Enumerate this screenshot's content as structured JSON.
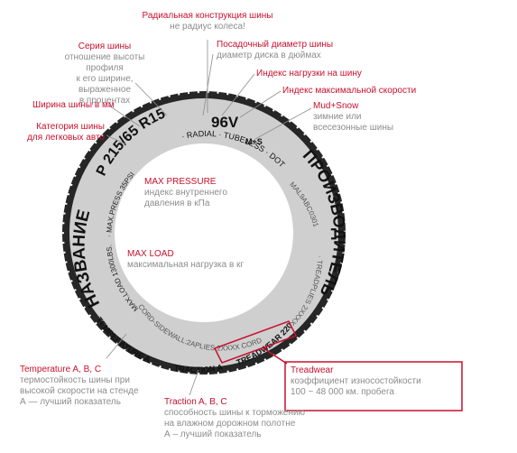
{
  "tire_text": {
    "size": "P 215/65 R15",
    "load_speed": "96V",
    "ms": "M+S",
    "radial_line": "· RADIAL · TUBELESS · DOT",
    "dot_code": "MAL9ABC0301",
    "treadplies": "· TREADPLIES 2XXXX",
    "name": "НАЗВАНИЕ",
    "maker": "ПРОИЗВОДИТЕЛЬ",
    "max_press": "· MAX.PRESS 35PSI",
    "max_load": "MAX.LOAD 1300LBS.",
    "sidewall": "CORD-SIDEWALL:2APLIES 2XXXX CORD",
    "temperature": "TEMPERATURE A",
    "traction": "TRACTION A",
    "treadwear": "TREADWEAR 220"
  },
  "annotations": {
    "radial": {
      "title": "Радиальная конструкция шины",
      "desc": "не радиус колеса!"
    },
    "rim": {
      "title": "Посадочный диаметр шины",
      "desc": "диаметр диска в дюймах"
    },
    "series": {
      "title": "Серия шины",
      "desc": [
        "отношение высоты профиля",
        "к его ширине, выраженное",
        "в процентах"
      ]
    },
    "load_index": {
      "title": "Индекс нагрузки на шину"
    },
    "speed_index": {
      "title": "Индекс максимальной скорости"
    },
    "width": {
      "title": "Ширина шины в мм"
    },
    "mudsnow": {
      "title": "Mud+Snow",
      "desc": [
        "зимние или",
        "всесезонные шины"
      ]
    },
    "category": {
      "title": [
        "Категория шины",
        "для легковых авто"
      ]
    },
    "max_pressure": {
      "title": "MAX PRESSURE",
      "desc": [
        "индекс внутреннего",
        "давления в кПа"
      ]
    },
    "max_load": {
      "title": "MAX LOAD",
      "desc": "максимальная нагрузка в кг"
    },
    "treadwear": {
      "title": "Treadwear",
      "desc": [
        "коэффициент износостойкости",
        "100 ~ 48 000 км. пробега"
      ]
    },
    "temperature": {
      "title": "Temperature A, B, C",
      "desc": [
        "термостойкость шины при",
        "высокой скорости на стенде",
        "А — лучший показатель"
      ]
    },
    "traction": {
      "title": "Traction A, B, C",
      "desc": [
        "способность шины к торможению",
        "на влажном дорожном полотне",
        "А – лучший показатель"
      ]
    }
  },
  "colors": {
    "accent": "#c8102e",
    "tire": "#cfcfd0",
    "tread": "#262626"
  }
}
